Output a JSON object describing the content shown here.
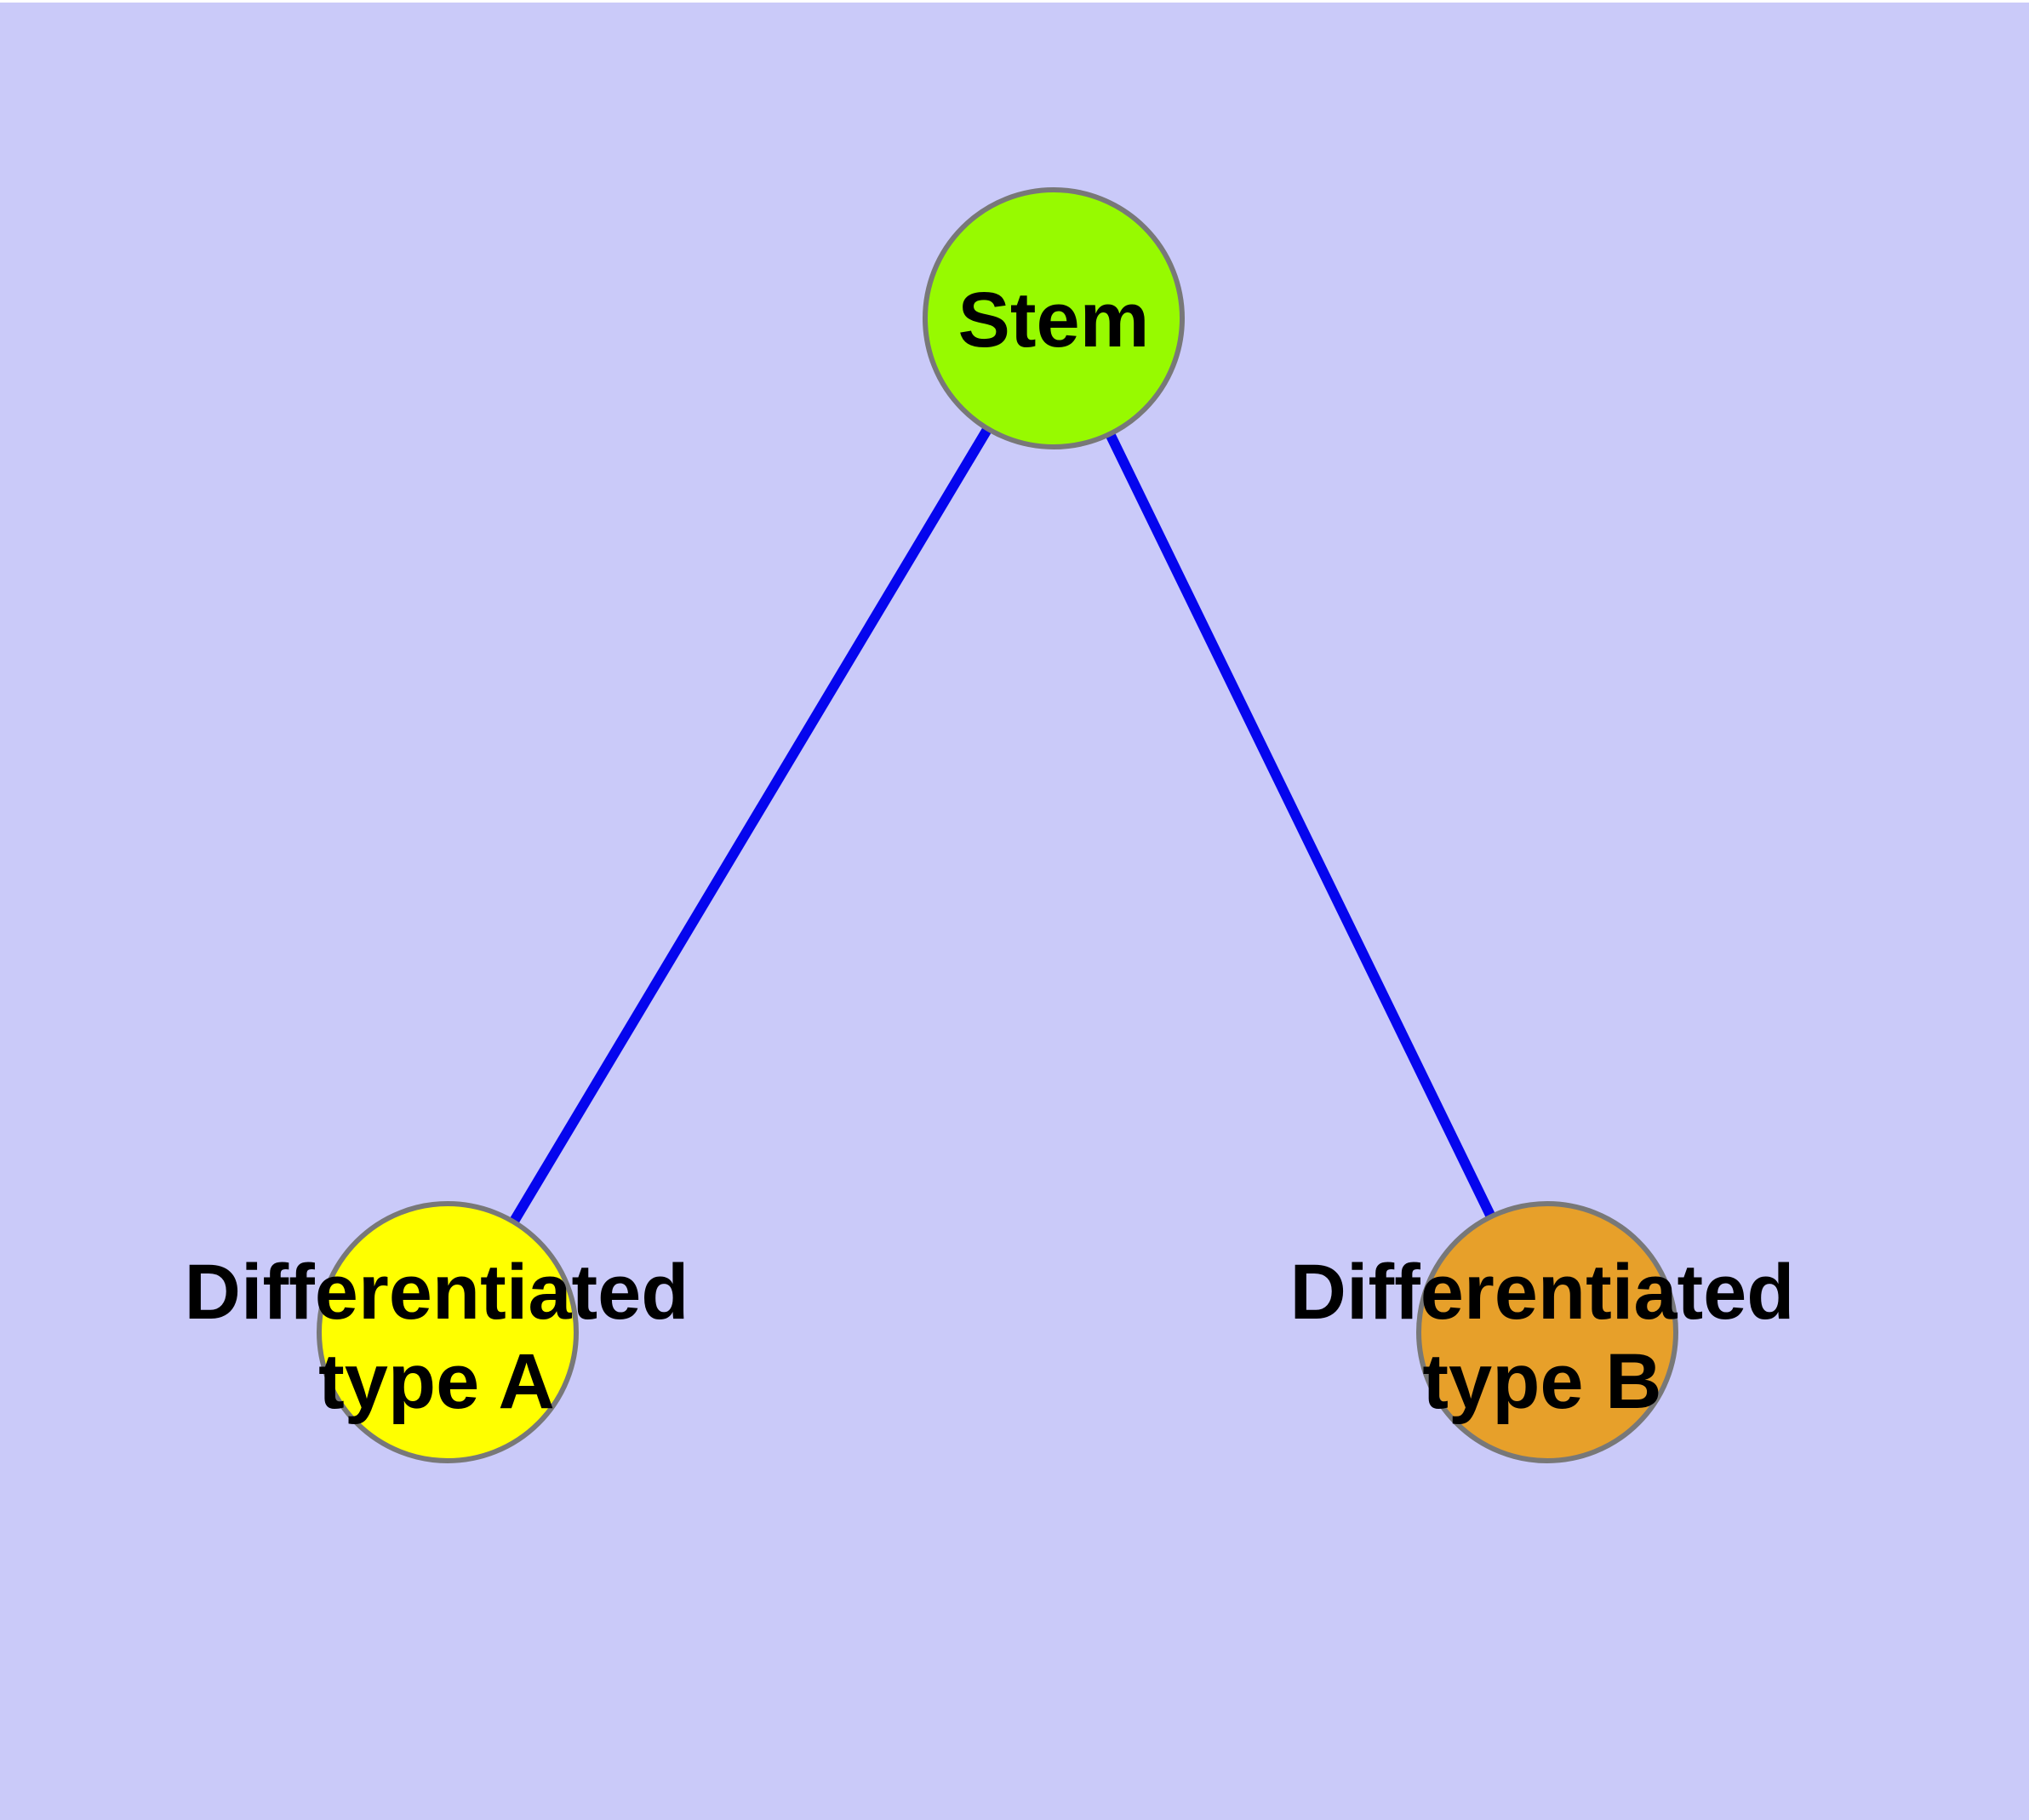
{
  "diagram": {
    "background_color": "#cacaf9",
    "top_strip_color": "#ffffff",
    "edge_color": "#0505ee",
    "node_border_color": "#787878",
    "label_color": "#000000",
    "nodes": {
      "stem": {
        "label": "Stem",
        "fill": "#97fa00"
      },
      "type_a": {
        "label_line1": "Differentiated",
        "label_line2": "type A",
        "fill": "#ffff00"
      },
      "type_b": {
        "label_line1": "Differentiated",
        "label_line2": "type B",
        "fill": "#e7a02a"
      }
    },
    "edges": [
      {
        "from": "Stem",
        "to": "Differentiated type A"
      },
      {
        "from": "Stem",
        "to": "Differentiated type B"
      }
    ]
  }
}
